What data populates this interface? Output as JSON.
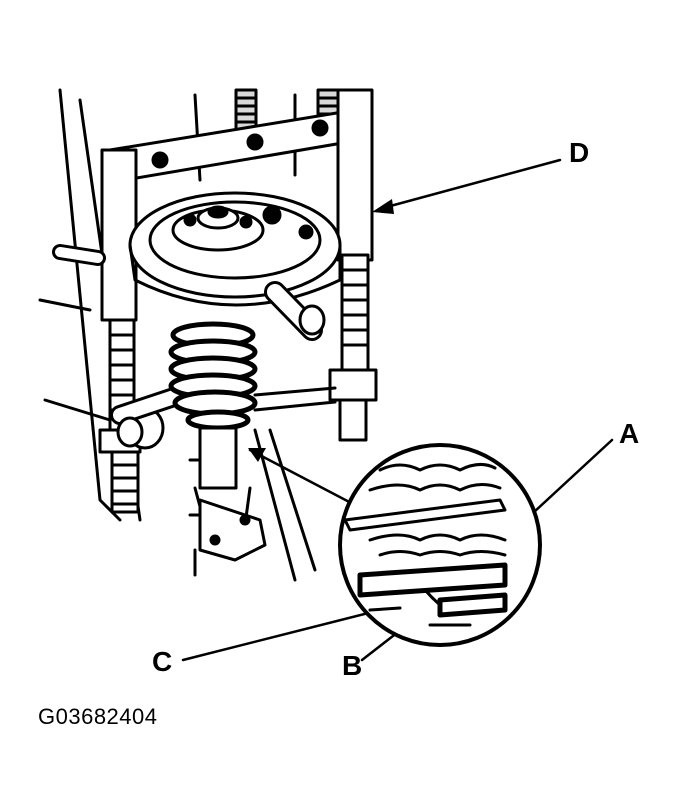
{
  "callouts": {
    "a": "A",
    "b": "B",
    "c": "C",
    "d": "D"
  },
  "figure_id": "G03682404",
  "colors": {
    "ink": "#000000",
    "paper": "#ffffff",
    "shade": "#d9d9d9"
  }
}
